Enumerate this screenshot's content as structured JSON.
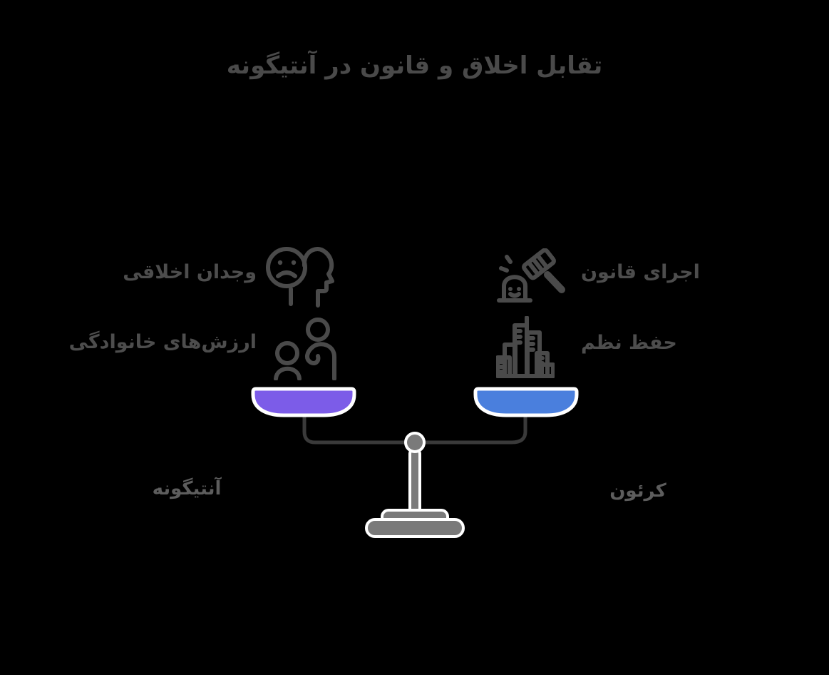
{
  "title": "تقابل اخلاق و قانون در آنتیگونه",
  "left_side": {
    "name": "آنتیگونه",
    "pan_color": "#7c5ce8",
    "items": [
      {
        "label": "وجدان اخلاقی",
        "icon": "sad-face-head-icon"
      },
      {
        "label": "ارزش‌های خانوادگی",
        "icon": "family-icon"
      }
    ]
  },
  "right_side": {
    "name": "کرئون",
    "pan_color": "#4a7fdd",
    "items": [
      {
        "label": "اجرای قانون",
        "icon": "gavel-icon"
      },
      {
        "label": "حفظ نظم",
        "icon": "city-buildings-icon"
      }
    ]
  },
  "colors": {
    "background": "#000000",
    "title": "#4a4a4a",
    "label": "#4d4d4d",
    "name": "#5d5d5d",
    "icon": "#4a4a4a",
    "beam": "#3a3a3a",
    "stand": "#7a7a7a",
    "outline": "#ffffff"
  }
}
